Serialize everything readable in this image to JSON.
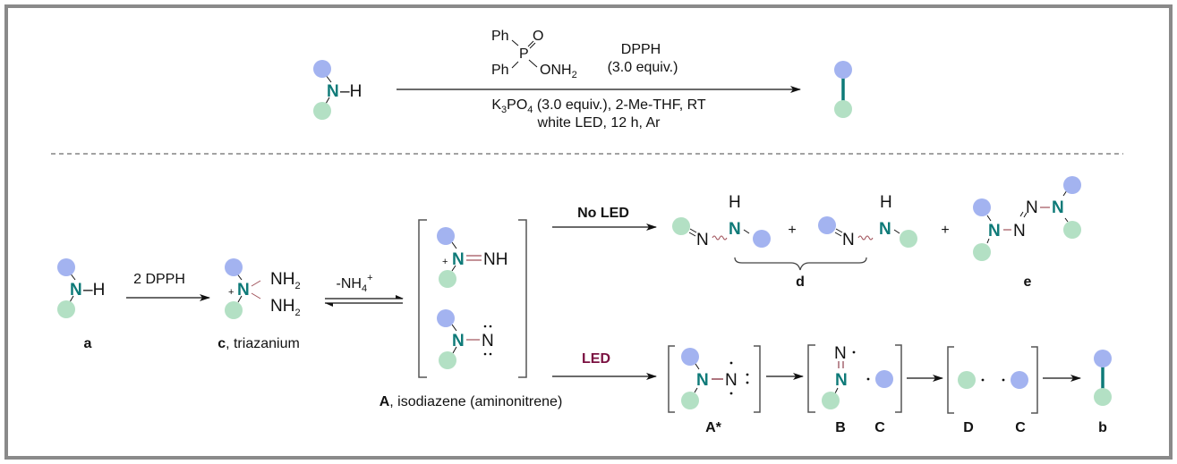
{
  "colors": {
    "blue_group": "#a3b3f0",
    "green_group": "#b3e0c4",
    "nitrogen": "#0e7a78",
    "new_bond": "#a0525a",
    "led_label": "#7a1040",
    "frame": "#8a8a8a"
  },
  "top_scheme": {
    "reactant_N": "N",
    "reactant_H": "–H",
    "reagent_ph1": "Ph",
    "reagent_ph2": "Ph",
    "reagent_p": "P",
    "reagent_o": "O",
    "reagent_onh": "ONH",
    "reagent_sub2": "2",
    "dpph": "DPPH",
    "dpph_equiv": "(3.0 equiv.)",
    "cond1_k": "K",
    "cond1_sub3": "3",
    "cond1_po": "PO",
    "cond1_sub4": "4",
    "cond1_rest": " (3.0 equiv.), 2-Me-THF, RT",
    "cond2": "white LED, 12 h, Ar"
  },
  "mechanism": {
    "a_N": "N",
    "a_H": "–H",
    "a_label": "a",
    "step1_label": "2 DPPH",
    "c_plus": "+",
    "c_N": "N",
    "c_nh": "NH",
    "c_sub": "2",
    "c_label_bold": "c",
    "c_label_rest": ", triazanium",
    "eq_label": "-NH",
    "eq_sub": "4",
    "eq_sup": "+",
    "A1_plus": "+",
    "A1_N": "N",
    "A1_NH": "NH",
    "A2_N": "N",
    "A2_N2": "N",
    "A_label_bold": "A",
    "A_label_rest": ", isodiazene (aminonitrene)",
    "noled_label": "No LED",
    "d_N": "N",
    "d_NH_N": "N",
    "d_H": "H",
    "plus": "+",
    "d_label": "d",
    "e_N": "N",
    "e_label": "e",
    "led_label": "LED",
    "Astar_label": "A*",
    "B_label": "B",
    "C_label": "C",
    "D_label": "D",
    "b_label": "b",
    "N": "N"
  }
}
